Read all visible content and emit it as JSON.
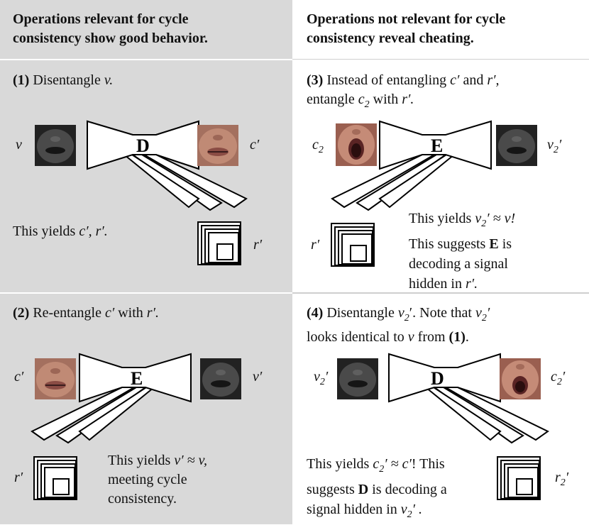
{
  "headers": {
    "left": [
      "Operations relevant for cycle",
      "consistency show good behavior."
    ],
    "right": [
      "Operations not relevant for cycle",
      "consistency reveal cheating."
    ]
  },
  "panels": {
    "p1": {
      "num": "(1)",
      "text": "Disentangle",
      "var": "v.",
      "net": "D",
      "in_label": "v",
      "out_label": "c′",
      "res_label": "r′",
      "yield": "This yields ",
      "yield_vars": "c′, r′."
    },
    "p2": {
      "num": "(2)",
      "text1": "Re-entangle",
      "v1": "c′",
      "text2": "with",
      "v2": "r′.",
      "net": "E",
      "in_label": "c′",
      "out_label": "v′",
      "res_label": "r′",
      "yield_l1a": "This yields ",
      "yield_l1b": "v′ ≈ v,",
      "yield_l2": "meeting cycle",
      "yield_l3": "consistency."
    },
    "p3": {
      "num": "(3)",
      "t1": "Instead of entangling",
      "v1": "c′",
      "t2": "and",
      "v2": "r′,",
      "t3": "entangle",
      "v3": "c",
      "sub3": "2",
      "t4": "with",
      "v4": "r′.",
      "net": "E",
      "in_label": "c",
      "in_sub": "2",
      "out_label": "v",
      "out_sub": "2",
      "out_prime": "′",
      "res_label": "r′",
      "y1a": "This yields ",
      "y1b": "v",
      "y1sub": "2",
      "y1c": "′ ≈ v!",
      "y2a": "This suggests ",
      "y2b": "E",
      "y2c": " is",
      "y3": "decoding a signal",
      "y4a": "hidden in ",
      "y4b": "r′."
    },
    "p4": {
      "num": "(4)",
      "t1": "Disentangle",
      "v1": "v",
      "sub1": "2",
      "t1b": "′. Note that",
      "v2": "v",
      "sub2": "2",
      "t2b": "′",
      "t3": "looks identical to",
      "v3": "v",
      "t4": "from",
      "ref": "(1)",
      "t5": ".",
      "net": "D",
      "in_label": "v",
      "in_sub": "2",
      "in_prime": "′",
      "out_label": "c",
      "out_sub": "2",
      "out_prime": "′",
      "res_label": "r",
      "res_sub": "2",
      "res_prime": "′",
      "y1a": "This yields ",
      "y1b": "c",
      "y1sub": "2",
      "y1c": "′ ≈ c′",
      "y1d": "! This",
      "y2a": "suggests ",
      "y2b": "D",
      "y2c": " is decoding a",
      "y3a": "signal hidden in ",
      "y3b": "v",
      "y3sub": "2",
      "y3c": "′ ."
    }
  },
  "colors": {
    "panel_gray": "#d9d9d9",
    "skin": "#b97a66",
    "dark_face": "#2a2a2a"
  }
}
